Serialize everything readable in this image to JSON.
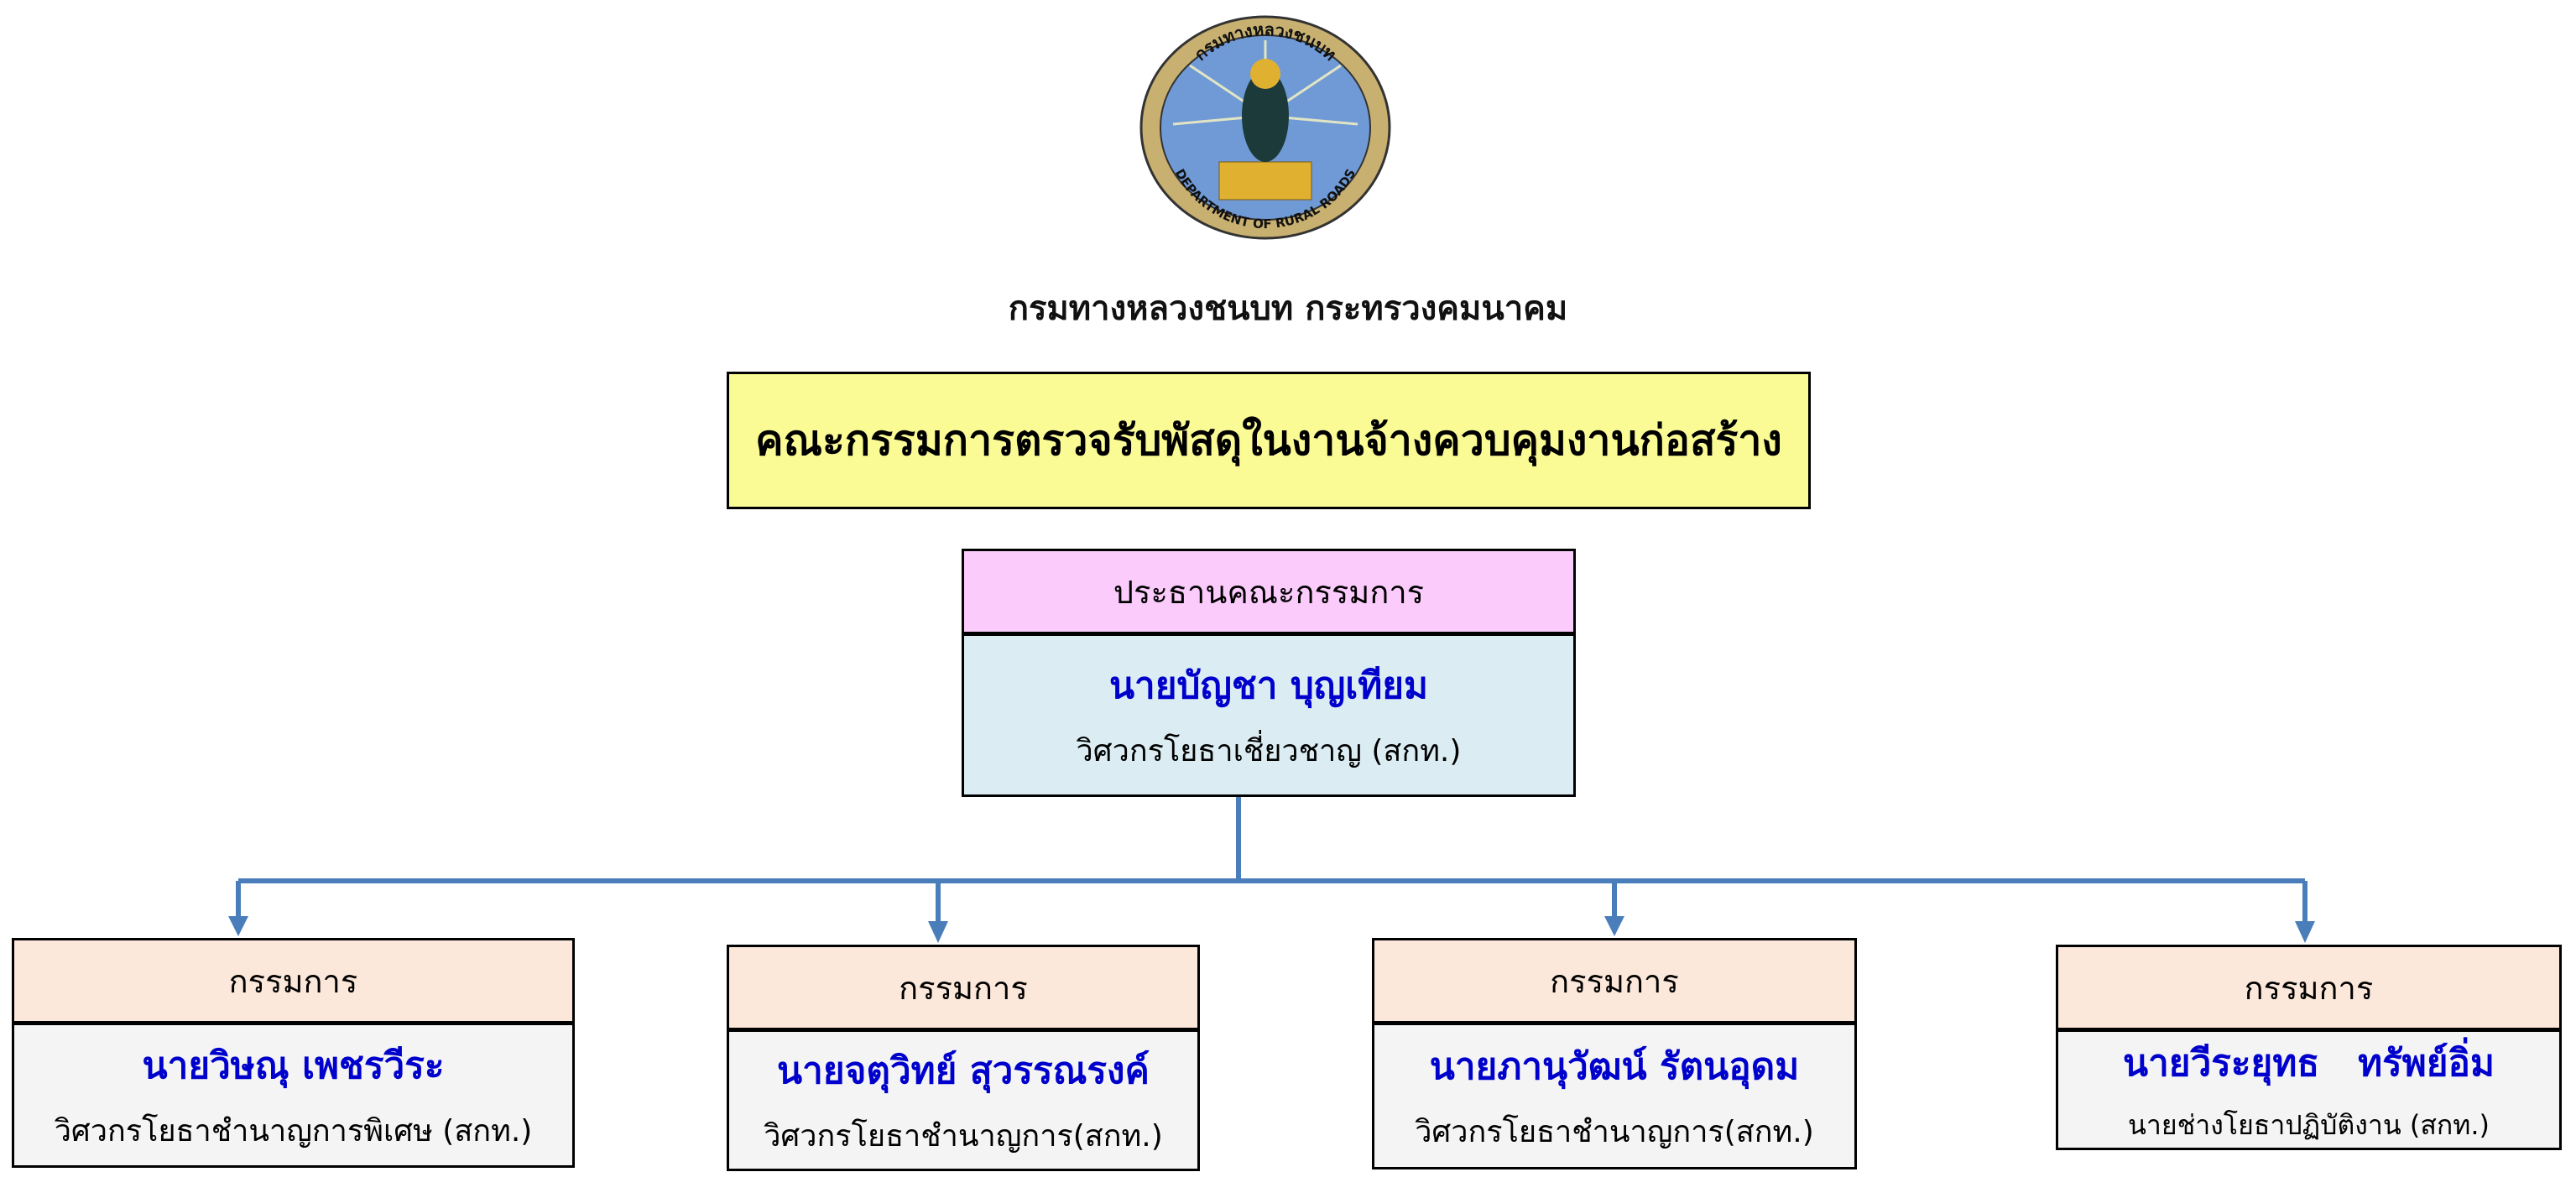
{
  "logo": {
    "text_top": "กรมทางหลวงชนบท",
    "text_bottom": "DEPARTMENT OF RURAL ROADS"
  },
  "subtitle": "กรมทางหลวงชนบท กระทรวงคมนาคม",
  "title": "คณะกรรมการตรวจรับพัสดุในงานจ้างควบคุมงานก่อสร้าง",
  "chair": {
    "role": "ประธานคณะกรรมการ",
    "name": "นายบัญชา บุญเทียม",
    "position": "วิศวกรโยธาเชี่ยวชาญ (สกท.)"
  },
  "members": [
    {
      "role": "กรรมการ",
      "name": "นายวิษณุ เพชรวีระ",
      "position": "วิศวกรโยธาชำนาญการพิเศษ (สกท.)"
    },
    {
      "role": "กรรมการ",
      "name": "นายจตุวิทย์ สุวรรณรงค์",
      "position": "วิศวกรโยธาชำนาญการ(สกท.)"
    },
    {
      "role": "กรรมการ",
      "name": "นายภานุวัฒน์ รัตนอุดม",
      "position": "วิศวกรโยธาชำนาญการ(สกท.)"
    },
    {
      "role": "กรรมการ",
      "name": "นายวีระยุทธ   ทรัพย์อิ่ม",
      "position": "นายช่างโยธาปฏิบัติงาน (สกท.)"
    }
  ],
  "colors": {
    "connector": "#4a7ebb",
    "name": "#0000cc",
    "title_bg": "#fbfb96",
    "chair_header": "#fbcbfb",
    "chair_body": "#dbedf3",
    "member_header": "#fce8da"
  }
}
